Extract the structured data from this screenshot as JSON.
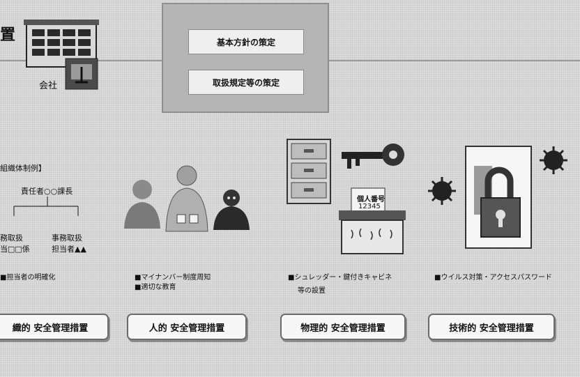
{
  "header": {
    "fragment_title": "置",
    "company_label": "会社"
  },
  "policy": {
    "item1": "基本方針の策定",
    "item2": "取扱規定等の策定"
  },
  "organization": {
    "heading": "組織体制例】",
    "manager": "責任者○○課長",
    "left_role_line1": "務取扱",
    "left_role_line2": "当□□係",
    "right_role_line1": "事務取扱",
    "right_role_line2": "担当者▲▲",
    "caption": "■担当者の明確化"
  },
  "human": {
    "caption_line1": "■マイナンバー制度周知",
    "caption_line2": "■適切な教育"
  },
  "physical": {
    "card_line1": "個人番号",
    "card_line2": "12345",
    "caption_line1": "■シュレッダー・鍵付きキャビネ",
    "caption_line2": "等の設置"
  },
  "technical": {
    "caption": "■ウイルス対策・アクセスパスワード"
  },
  "categories": {
    "organizational": "織的 安全管理措置",
    "human": "人的 安全管理措置",
    "physical": "物理的 安全管理措置",
    "technical": "技術的 安全管理措置"
  },
  "colors": {
    "background": "#dcdcdc",
    "box_gray": "#b5b5b5",
    "ink": "#111111"
  }
}
